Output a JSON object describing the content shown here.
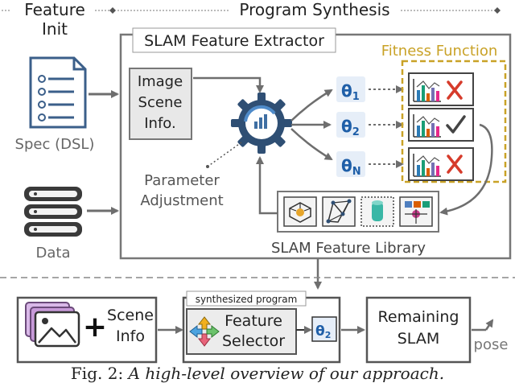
{
  "header": {
    "feature_init_line1": "Feature",
    "feature_init_line2": "Init",
    "program_synthesis": "Program Synthesis"
  },
  "inputs": {
    "spec_label": "Spec (DSL)",
    "data_label": "Data"
  },
  "extractor": {
    "title": "SLAM Feature Extractor",
    "image_scene_line1": "Image",
    "image_scene_line2": "Scene",
    "image_scene_line3": "Info.",
    "param_line1": "Parameter",
    "param_line2": "Adjustment",
    "library_label": "SLAM Feature Library"
  },
  "fitness": {
    "title": "Fitness Function",
    "theta1": "θ",
    "theta1_sub": "1",
    "theta2": "θ",
    "theta2_sub": "2",
    "thetaN": "θ",
    "thetaN_sub": "N"
  },
  "bottom": {
    "plus": "+",
    "scene_line1": "Scene",
    "scene_line2": "Info",
    "synth_label": "synthesized program",
    "selector_line1": "Feature",
    "selector_line2": "Selector",
    "theta_out": "θ",
    "theta_out_sub": "2",
    "remaining_line1": "Remaining",
    "remaining_line2": "SLAM",
    "pose": "pose"
  },
  "caption": {
    "prefix": "Fig. 2: ",
    "text": "A high-level overview of our approach."
  },
  "colors": {
    "arrow": "#6e6e6e",
    "fitness_gold": "#c9a227",
    "theta_blue": "#1f5fa8",
    "spec_blue": "#3b5f8a",
    "cross_red": "#d63b2b",
    "check_gray": "#444444",
    "gear_blue": "#3f6fa3"
  }
}
